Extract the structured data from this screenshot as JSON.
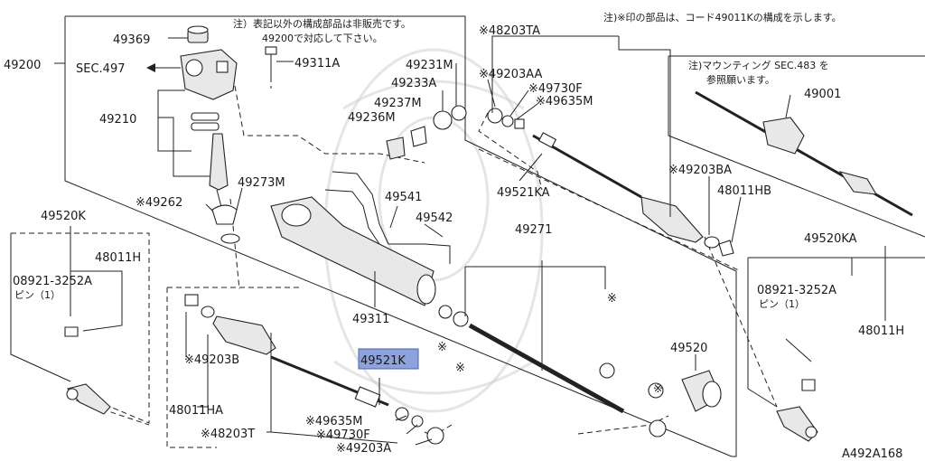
{
  "notes": {
    "top_left": "注）表記以外の構成部品は非販売です。",
    "top_left_2": "49200で対応して下さい。",
    "top_right": "注)※印の部品は、コード49011Kの構成を示します。",
    "mounting_1": "注)マウンティング SEC.483 を",
    "mounting_2": "参照願います。"
  },
  "labels": {
    "p49200": "49200",
    "sec497": "SEC.497",
    "p49369": "49369",
    "p49311A": "49311A",
    "p49210": "49210",
    "p49262": "※49262",
    "p49273M": "49273M",
    "p49231M": "49231M",
    "p49233A": "49233A",
    "p49237M": "49237M",
    "p49236M": "49236M",
    "p49541": "49541",
    "p49542": "49542",
    "p48203TA": "※48203TA",
    "p49203AA": "※49203AA",
    "p49730F_top": "※49730F",
    "p49635M_top": "※49635M",
    "p49521KA": "49521KA",
    "p49203BA": "※49203BA",
    "p48011HB": "48011HB",
    "p49001": "49001",
    "p49520K": "49520K",
    "p48011H_left": "48011H",
    "p08921_left": "08921-3252A",
    "pin_left": "ピン（1）",
    "p49271": "49271",
    "p49311": "49311",
    "p49521K": "49521K",
    "p49203B": "※49203B",
    "p48011HA": "48011HA",
    "p48203T": "※48203T",
    "p49635M_bot": "※49635M",
    "p49730F_bot": "※49730F",
    "p49203A": "※49203A",
    "p49520": "49520",
    "p49520KA": "49520KA",
    "p08921_right": "08921-3252A",
    "pin_right": "ピン（1）",
    "p48011H_right": "48011H",
    "star": "※",
    "diagram_code": "A492A168"
  },
  "highlight": {
    "part": "49521K",
    "color": "#8ea2dc"
  }
}
